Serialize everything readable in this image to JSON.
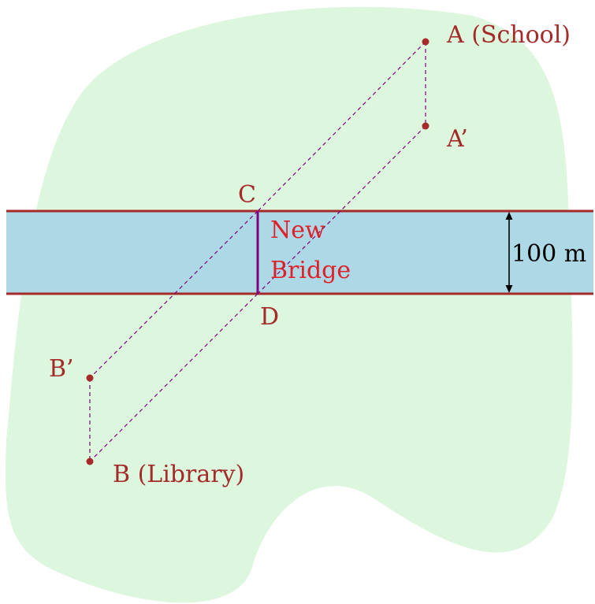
{
  "colors": {
    "land": "#dcf7dd",
    "river": "#add8e6",
    "bank": "#a52a2a",
    "label": "#a52a2a",
    "point": "#a52a2a",
    "bridge": "#800080",
    "bridge_label": "#e0202a",
    "path": "#800080",
    "measure": "#000000"
  },
  "points": {
    "A": "A (School)",
    "A_prime": "A’",
    "B": "B (Library)",
    "B_prime": "B’",
    "C": "C",
    "D": "D"
  },
  "bridge": {
    "line1": "New",
    "line2": "Bridge"
  },
  "river": {
    "width_label": "100 m"
  }
}
